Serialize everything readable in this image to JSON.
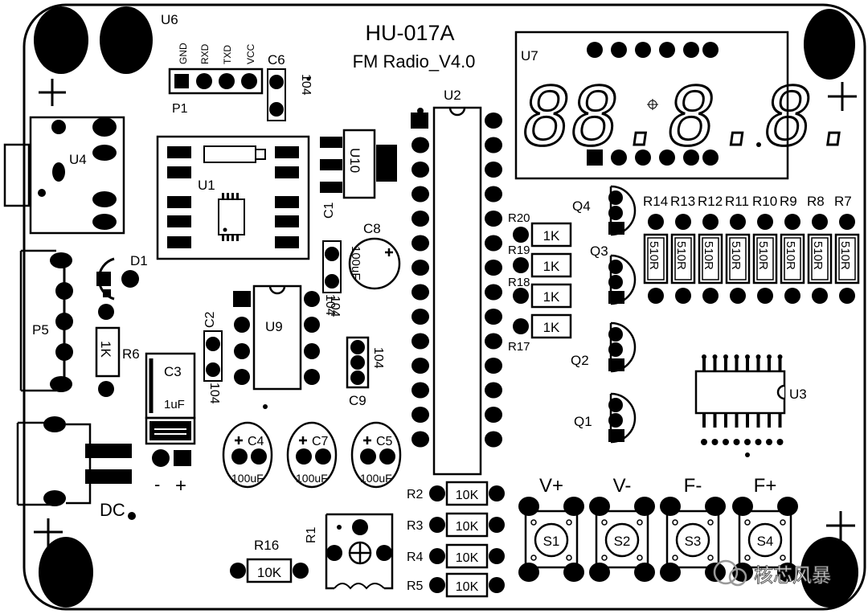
{
  "board": {
    "title": "HU-017A",
    "subtitle": "FM Radio_V4.0",
    "watermark": "核芯风暴",
    "colors": {
      "ink": "#000000",
      "paper": "#ffffff"
    }
  },
  "labels": {
    "u6": "U6",
    "p1": "P1",
    "p1_pins": [
      "GND",
      "RXD",
      "TXD",
      "VCC"
    ],
    "c6": "C6",
    "c6_value": "104",
    "u4": "U4",
    "u1": "U1",
    "u10": "U10",
    "u2": "U2",
    "u7": "U7",
    "u9": "U9",
    "u3": "U3",
    "d1": "D1",
    "p5": "P5",
    "r6": "R6",
    "r6_value": "1K",
    "c1": "C1",
    "c1_value": "104",
    "c8": "C8",
    "c8_value": "100uF",
    "c2": "C2",
    "c2_value": "104",
    "c3": "C3",
    "c3_value": "1uF",
    "c9": "C9",
    "c9_value": "104",
    "u9_value": "104",
    "c4": "C4",
    "c7": "C7",
    "c5": "C5",
    "cap_value": "100uF",
    "dc": "DC",
    "minus": "-",
    "plus": "+",
    "r16": "R16",
    "r16_value": "10K",
    "r1": "R1",
    "q1": "Q1",
    "q2": "Q2",
    "q3": "Q3",
    "q4": "Q4",
    "r17": "R17",
    "r18": "R18",
    "r19": "R19",
    "r20": "R20",
    "res_1k": "1K",
    "r2": "R2",
    "r3": "R3",
    "r4": "R4",
    "r5": "R5",
    "res_10k": "10K",
    "r_series": [
      "R14",
      "R13",
      "R12",
      "R11",
      "R10",
      "R9",
      "R8",
      "R7"
    ],
    "res_510": "510R",
    "buttons": [
      "V+",
      "V-",
      "F-",
      "F+"
    ],
    "switches": [
      "S1",
      "S2",
      "S3",
      "S4"
    ],
    "display": "88.8.8."
  }
}
